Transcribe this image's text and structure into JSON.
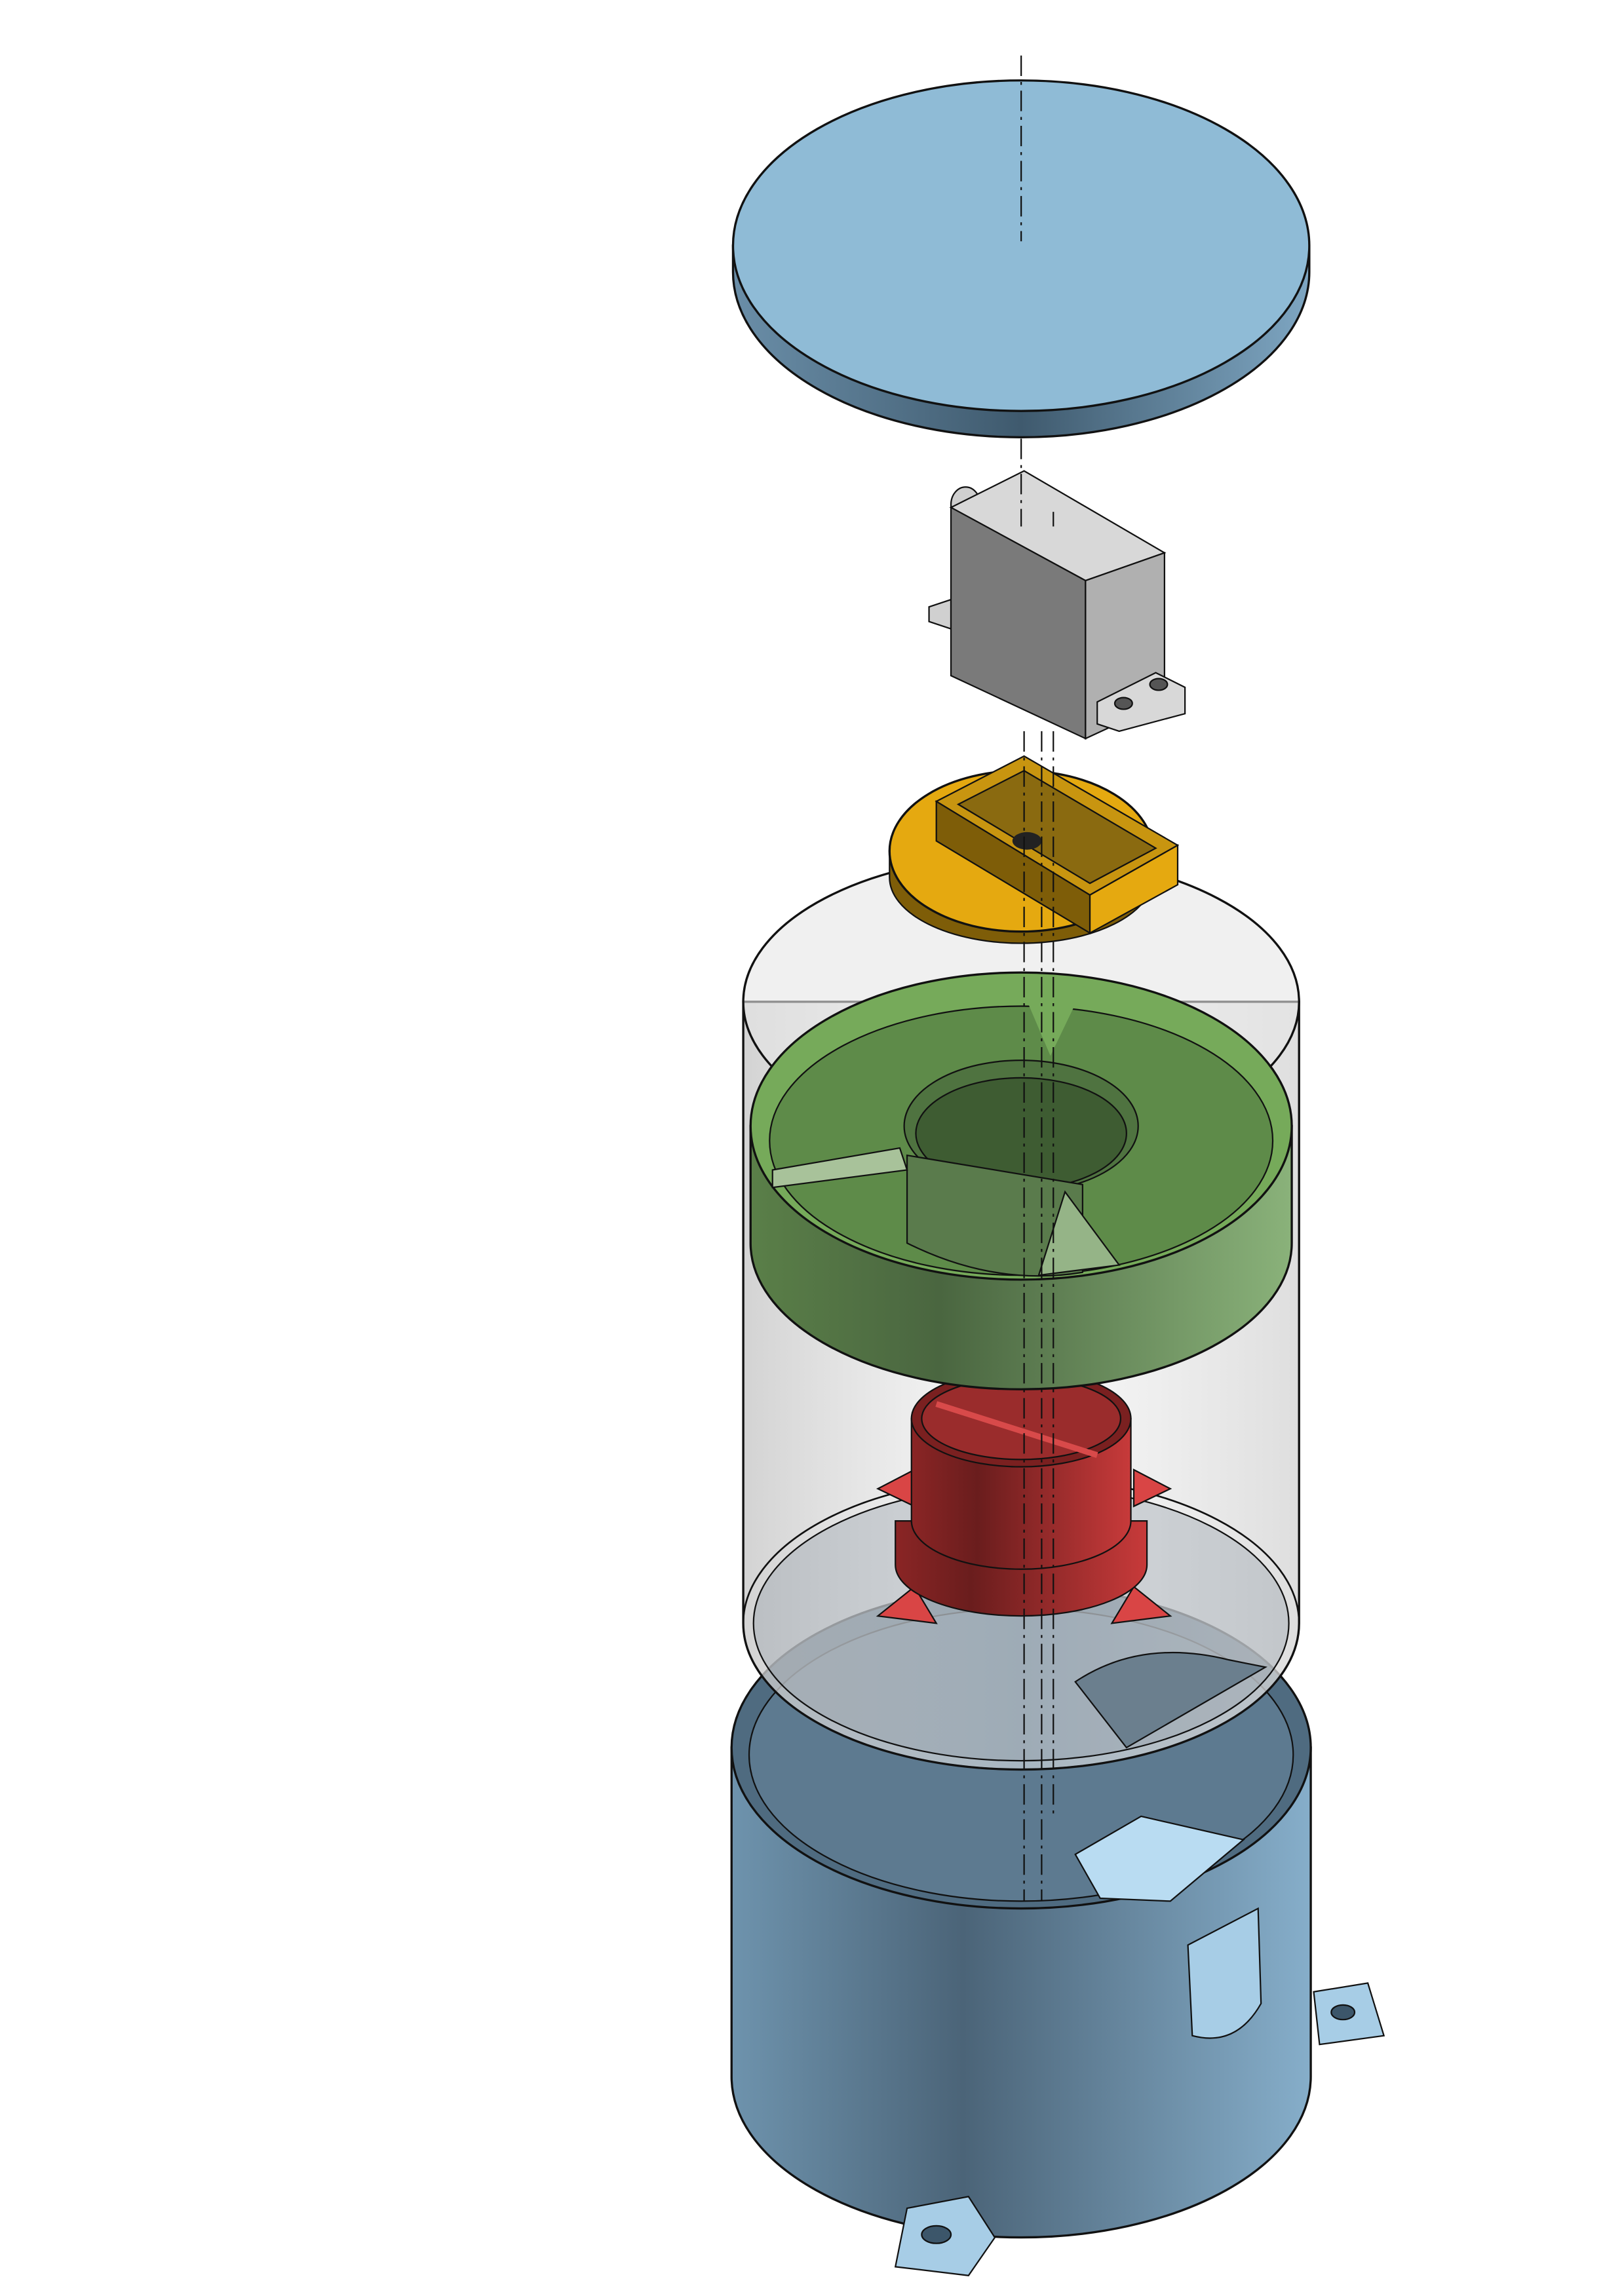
{
  "view": {
    "type": "exploded-assembly",
    "background": "#ffffff"
  },
  "parts": [
    {
      "id": "lid",
      "color": "#8fbbd6"
    },
    {
      "id": "servo",
      "color": "#9a9a9a"
    },
    {
      "id": "servo-mount",
      "color": "#e5a910"
    },
    {
      "id": "clear-tube",
      "color": "#d0d0d0"
    },
    {
      "id": "funnel-ring",
      "color": "#76aa5a"
    },
    {
      "id": "rotor-hub",
      "color": "#c23a3a"
    },
    {
      "id": "base",
      "color": "#6f94ae"
    }
  ]
}
